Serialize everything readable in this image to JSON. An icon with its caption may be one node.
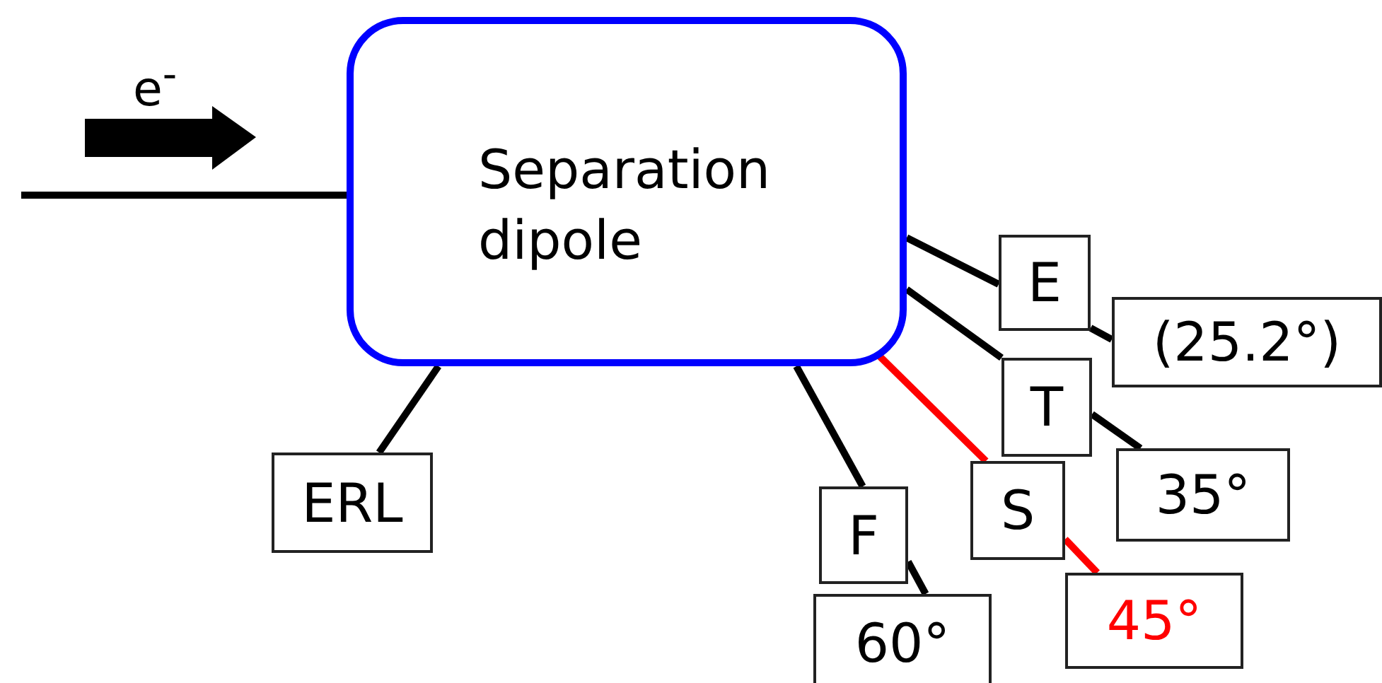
{
  "diagram": {
    "nodes": [
      {
        "text": [
          "Separation dipole"
        ]
      },
      {
        "text": [
          "ERL"
        ]
      },
      {
        "text": [
          "E"
        ]
      },
      {
        "text": [
          "(25.2°)"
        ]
      },
      {
        "text": [
          "T"
        ]
      },
      {
        "text": [
          "35°"
        ]
      },
      {
        "text": [
          "S"
        ]
      },
      {
        "text": [
          "45°"
        ]
      },
      {
        "text": [
          "F"
        ]
      },
      {
        "text": [
          "60°"
        ]
      }
    ],
    "edges": [
      {
        "from": null,
        "to": 0,
        "arrow": "none"
      },
      {
        "from": 0,
        "to": 1,
        "arrow": "none"
      },
      {
        "from": 0,
        "to": 2,
        "arrow": "none"
      },
      {
        "from": 2,
        "to": 3,
        "arrow": "none"
      },
      {
        "from": 0,
        "to": 4,
        "arrow": "none"
      },
      {
        "from": 4,
        "to": 5,
        "arrow": "none"
      },
      {
        "from": 0,
        "to": 6,
        "arrow": "none",
        "color": "#ff0000"
      },
      {
        "from": 6,
        "to": 7,
        "arrow": "none",
        "color": "#ff0000"
      },
      {
        "from": 0,
        "to": 8,
        "arrow": "none"
      },
      {
        "from": 8,
        "to": 9,
        "arrow": "none"
      }
    ],
    "labels": [
      "e$^{-}$"
    ]
  }
}
